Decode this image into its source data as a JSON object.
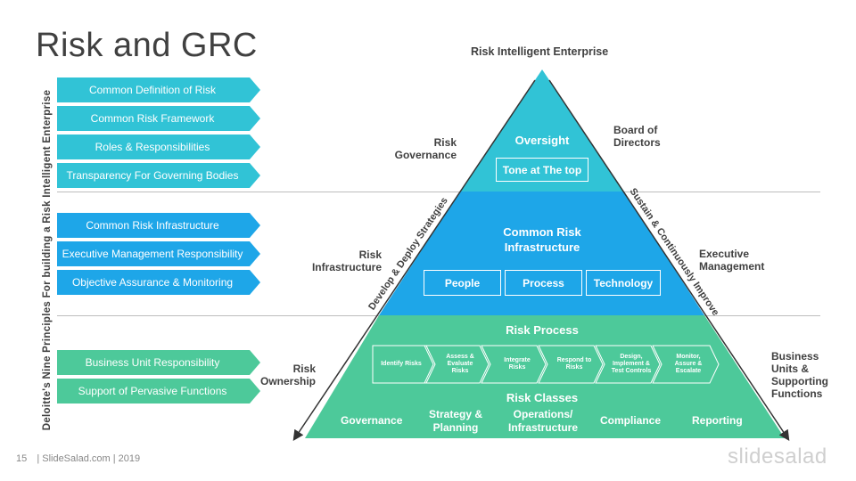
{
  "title": "Risk and GRC",
  "vertical_label": "Deloitte's Nine Principles For building a Risk Intelligent Enterprise",
  "principles": {
    "group1": [
      "Common Definition of Risk",
      "Common Risk Framework",
      "Roles & Responsibilities",
      "Transparency For Governing Bodies"
    ],
    "group2": [
      "Common Risk Infrastructure",
      "Executive Management Responsibility",
      "Objective Assurance & Monitoring"
    ],
    "group3": [
      "Business Unit Responsibility",
      "Support of Pervasive Functions"
    ]
  },
  "pyramid": {
    "apex_label": "Risk Intelligent Enterprise",
    "top": {
      "title": "Oversight",
      "box": "Tone at The top"
    },
    "middle": {
      "title": "Common Risk Infrastructure",
      "boxes": [
        "People",
        "Process",
        "Technology"
      ]
    },
    "bottom": {
      "title": "Risk Process",
      "steps": [
        "Identify Risks",
        "Assess & Evaluate Risks",
        "Integrate Risks",
        "Respond to Risks",
        "Design, Implement & Test Controls",
        "Monitor, Assure & Escalate"
      ],
      "classes_title": "Risk Classes",
      "classes": [
        "Governance",
        "Strategy & Planning",
        "Operations/ Infrastructure",
        "Compliance",
        "Reporting"
      ]
    }
  },
  "left_labels": [
    "Risk Governance",
    "Risk Infrastructure",
    "Risk Ownership"
  ],
  "right_labels": [
    "Board of Directors",
    "Executive Management",
    "Business Units & Supporting Functions"
  ],
  "diagonal_left": "Develop & Deploy Strategies",
  "diagonal_right": "Sustain & Continuously Improve",
  "footer": {
    "page": "15",
    "text": "| SlideSalad.com | 2019"
  },
  "brand": "slidesalad",
  "colors": {
    "top": "#31c3d6",
    "middle": "#1ea6e8",
    "bottom": "#4dc99a"
  }
}
